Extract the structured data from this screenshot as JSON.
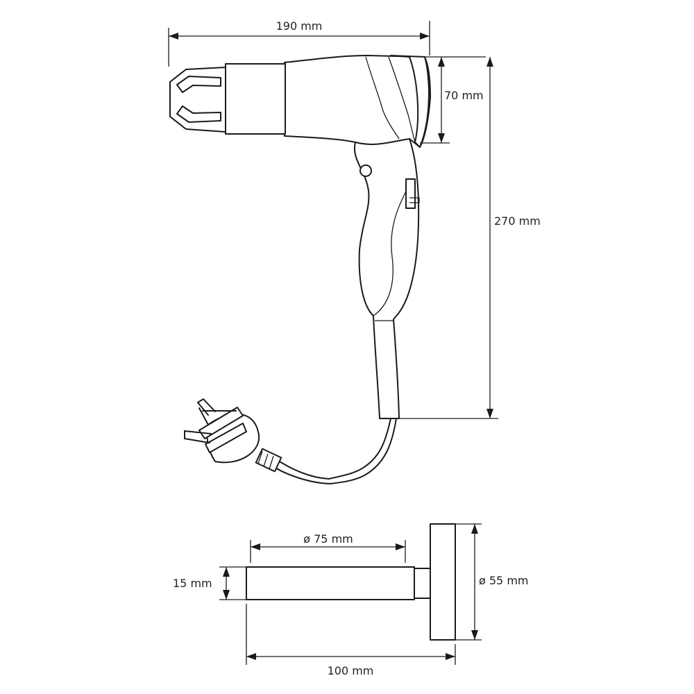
{
  "dimensions": {
    "dryer_width": "190 mm",
    "nozzle_height": "70 mm",
    "dryer_height": "270 mm",
    "holder_ring_diameter": "ø 75 mm",
    "holder_thickness": "15 mm",
    "wall_plate_diameter": "ø 55 mm",
    "holder_depth": "100 mm"
  }
}
